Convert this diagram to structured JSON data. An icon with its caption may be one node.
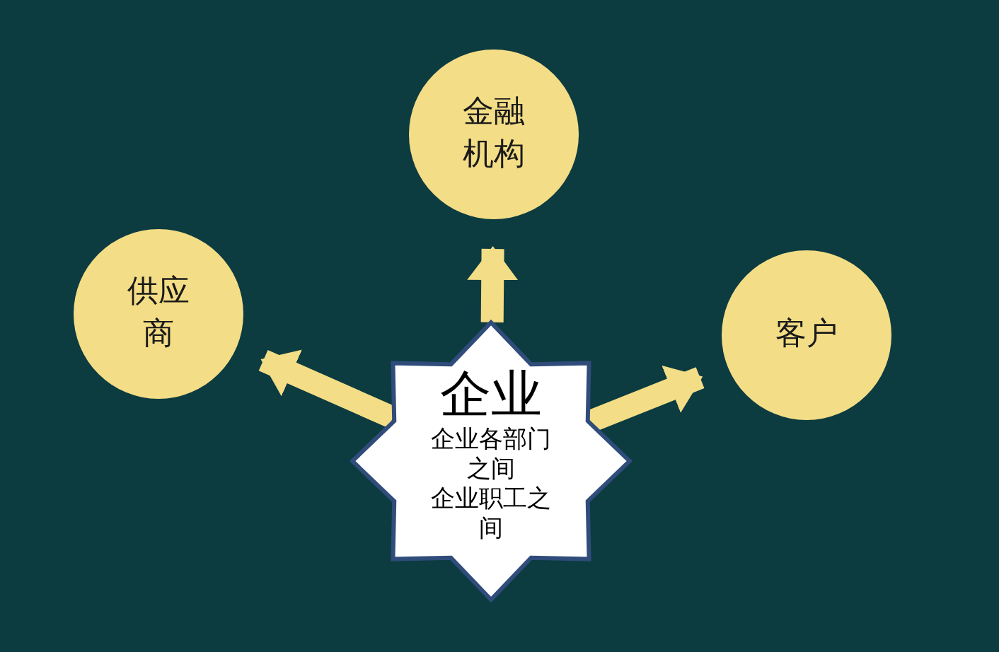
{
  "diagram": {
    "nodes": [
      {
        "text": [
          "金融机构"
        ]
      },
      {
        "text": [
          "供应商"
        ]
      },
      {
        "text": [
          "客户"
        ]
      },
      {
        "text": [
          "企业",
          "企业各部门之间",
          "企业职工之间"
        ]
      }
    ],
    "edges": [
      {
        "from": 3,
        "to": 0,
        "arrow": "to"
      },
      {
        "from": 3,
        "to": 1,
        "arrow": "to"
      },
      {
        "from": 3,
        "to": 2,
        "arrow": "to"
      }
    ]
  }
}
